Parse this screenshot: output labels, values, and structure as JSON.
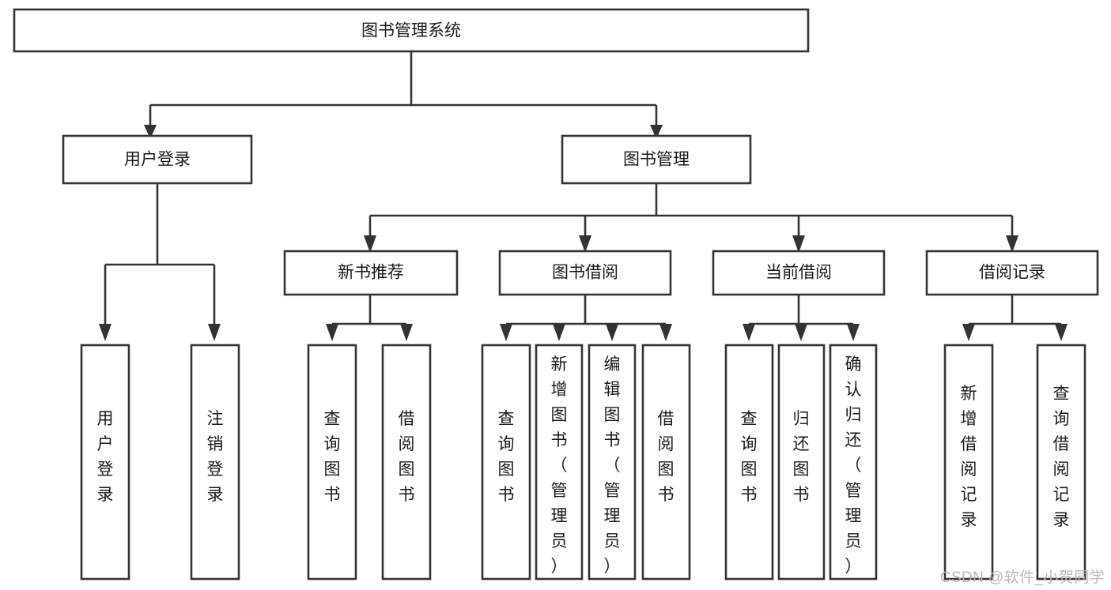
{
  "diagram": {
    "title": "图书管理系统",
    "type": "hierarchy-tree",
    "watermark": "CSDN @软件_小贺同学",
    "colors": {
      "stroke": "#333333",
      "fill": "#ffffff",
      "text": "#1a1a1a",
      "watermark": "#b9b9b9"
    },
    "nodes": {
      "root": {
        "label": "图书管理系统",
        "level": 0,
        "orientation": "horizontal"
      },
      "l1": [
        {
          "id": "user-login",
          "label": "用户登录",
          "level": 1,
          "orientation": "horizontal"
        },
        {
          "id": "book-management",
          "label": "图书管理",
          "level": 1,
          "orientation": "horizontal"
        }
      ],
      "l2": [
        {
          "id": "new-book-recommend",
          "label": "新书推荐",
          "level": 2,
          "orientation": "horizontal"
        },
        {
          "id": "book-borrow",
          "label": "图书借阅",
          "level": 2,
          "orientation": "horizontal"
        },
        {
          "id": "current-borrow",
          "label": "当前借阅",
          "level": 2,
          "orientation": "horizontal"
        },
        {
          "id": "borrow-record",
          "label": "借阅记录",
          "level": 2,
          "orientation": "horizontal"
        }
      ],
      "leaves": [
        {
          "id": "leaf-user-login",
          "label": "用户登录",
          "parent": "user-login",
          "orientation": "vertical"
        },
        {
          "id": "leaf-logout-login",
          "label": "注销登录",
          "parent": "user-login",
          "orientation": "vertical"
        },
        {
          "id": "leaf-query-book-1",
          "label": "查询图书",
          "parent": "new-book-recommend",
          "orientation": "vertical"
        },
        {
          "id": "leaf-borrow-book-1",
          "label": "借阅图书",
          "parent": "new-book-recommend",
          "orientation": "vertical"
        },
        {
          "id": "leaf-query-book-2",
          "label": "查询图书",
          "parent": "book-borrow",
          "orientation": "vertical"
        },
        {
          "id": "leaf-add-book-admin",
          "label": "新增图书（管理员）",
          "parent": "book-borrow",
          "orientation": "vertical"
        },
        {
          "id": "leaf-edit-book-admin",
          "label": "编辑图书（管理员）",
          "parent": "book-borrow",
          "orientation": "vertical"
        },
        {
          "id": "leaf-borrow-book-2",
          "label": "借阅图书",
          "parent": "book-borrow",
          "orientation": "vertical"
        },
        {
          "id": "leaf-query-book-3",
          "label": "查询图书",
          "parent": "current-borrow",
          "orientation": "vertical"
        },
        {
          "id": "leaf-return-book",
          "label": "归还图书",
          "parent": "current-borrow",
          "orientation": "vertical"
        },
        {
          "id": "leaf-confirm-return-admin",
          "label": "确认归还（管理员）",
          "parent": "current-borrow",
          "orientation": "vertical"
        },
        {
          "id": "leaf-add-borrow-record",
          "label": "新增借阅记录",
          "parent": "borrow-record",
          "orientation": "vertical"
        },
        {
          "id": "leaf-query-borrow-record",
          "label": "查询借阅记录",
          "parent": "borrow-record",
          "orientation": "vertical"
        }
      ]
    }
  }
}
